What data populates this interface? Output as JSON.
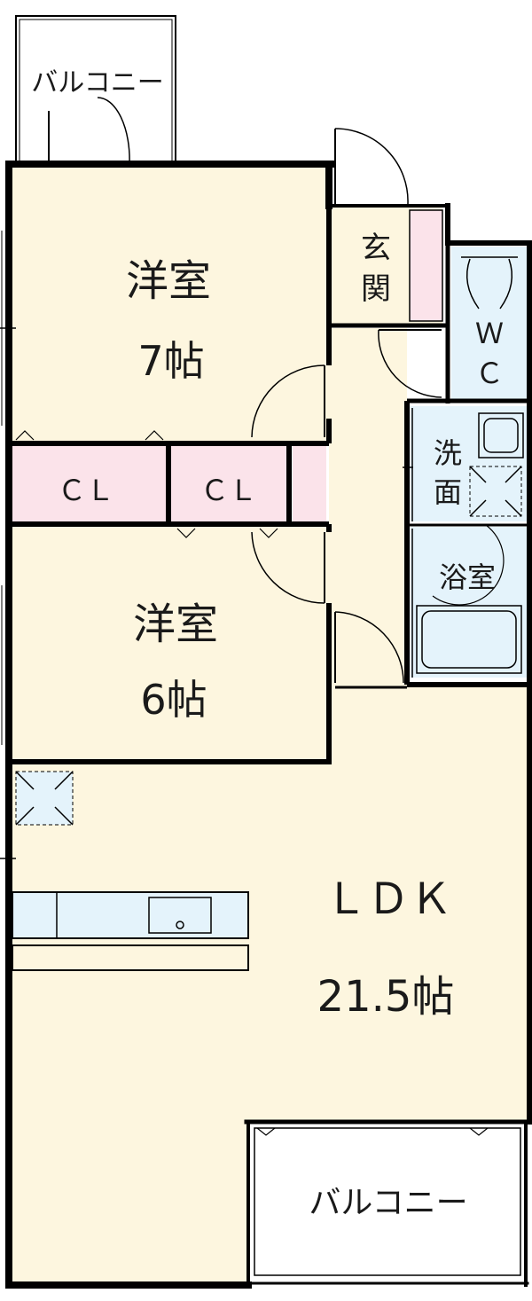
{
  "colors": {
    "room": "#fdf6df",
    "closet": "#fbe3ea",
    "wet": "#e4f3fb",
    "wall": "#000000",
    "balcony": "#ffffff"
  },
  "rooms": {
    "western1": {
      "name": "洋室",
      "size": "7帖"
    },
    "western2": {
      "name": "洋室",
      "size": "6帖"
    },
    "ldk": {
      "name": "ＬＤＫ",
      "size": "21.5帖"
    },
    "closet1": {
      "name": "ＣＬ"
    },
    "closet2": {
      "name": "ＣＬ"
    },
    "entrance": {
      "line1": "玄",
      "line2": "関"
    },
    "toilet": {
      "line1": "Ｗ",
      "line2": "Ｃ"
    },
    "washroom": {
      "line1": "洗",
      "line2": "面"
    },
    "bathroom": {
      "name": "浴室"
    }
  },
  "balconies": {
    "top": "バルコニー",
    "bottom": "バルコニー"
  }
}
